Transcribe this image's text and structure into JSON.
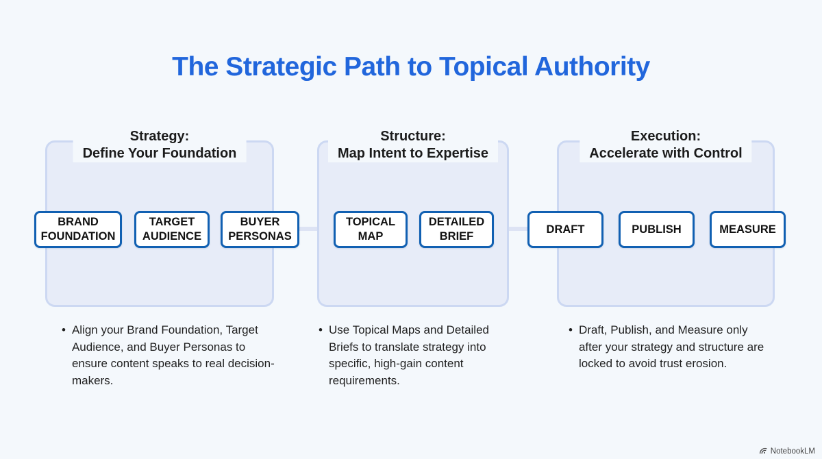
{
  "page": {
    "title": "The Strategic Path to Topical Authority",
    "watermark": "NotebookLM"
  },
  "colors": {
    "background": "#f4f8fc",
    "title_blue": "#2166dc",
    "node_border_blue": "#1160b2",
    "panel_fill": "#e7ecf8",
    "panel_border": "#ccd8f2",
    "connector": "#dde3f4",
    "heading_text": "#1b1b1b",
    "body_text": "#1f1f1f"
  },
  "sections": [
    {
      "id": "strategy",
      "heading_line1": "Strategy:",
      "heading_line2": "Define Your Foundation",
      "boxes": [
        "BRAND FOUNDATION",
        "TARGET AUDIENCE",
        "BUYER PERSONAS"
      ],
      "bullet": "Align your Brand Foundation, Target Audience, and Buyer Personas to ensure content speaks to real decision-makers."
    },
    {
      "id": "structure",
      "heading_line1": "Structure:",
      "heading_line2": "Map Intent to Expertise",
      "boxes": [
        "TOPICAL MAP",
        "DETAILED BRIEF"
      ],
      "bullet": "Use Topical Maps and Detailed Briefs to translate strategy into specific, high-gain content requirements."
    },
    {
      "id": "execution",
      "heading_line1": "Execution:",
      "heading_line2": "Accelerate with Control",
      "boxes": [
        "DRAFT",
        "PUBLISH",
        "MEASURE"
      ],
      "bullet": "Draft, Publish, and Measure only after your strategy and structure are locked to avoid trust erosion."
    }
  ],
  "bullet_marker": "•"
}
